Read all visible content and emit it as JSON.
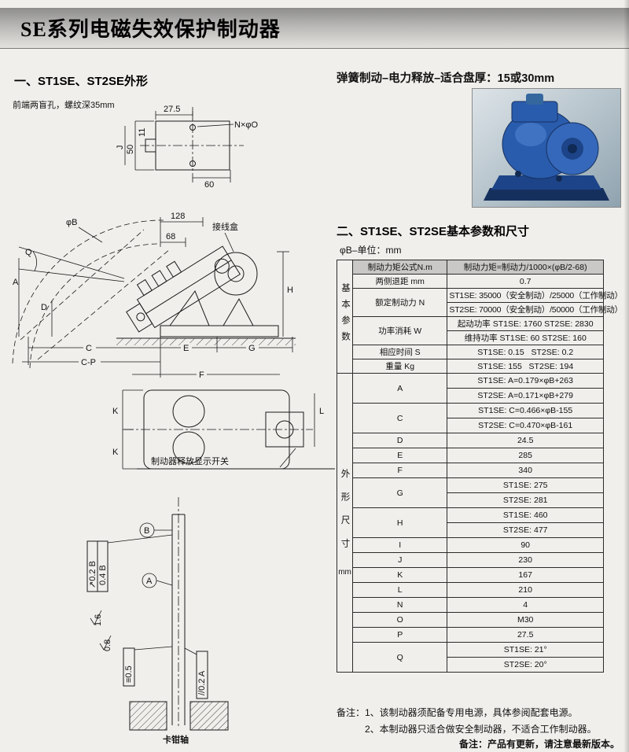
{
  "page": {
    "title": "SE系列电磁失效保护制动器"
  },
  "left": {
    "section_title": "一、ST1SE、ST2SE外形",
    "drawing1": {
      "note": "前端两盲孔，螺纹深35mm",
      "dim_27_5": "27.5",
      "holes_label": "N×φO",
      "dim_60": "60",
      "dim_50": "50",
      "dim_11": "11",
      "dim_J": "J"
    },
    "drawing2": {
      "phi_b": "φB",
      "dim_128": "128",
      "dim_68": "68",
      "junction_box": "接线盒",
      "dim_A": "A",
      "dim_Q": "Q",
      "dim_D": "D",
      "dim_H": "H",
      "dim_C": "C",
      "dim_E": "E",
      "dim_G": "G",
      "dim_CP": "C-P",
      "dim_F": "F"
    },
    "drawing3": {
      "dim_K1": "K",
      "dim_K2": "K",
      "dim_L": "L",
      "switch_label": "制动器释放显示开关"
    },
    "drawing4": {
      "datum_B": "B",
      "datum_A": "A",
      "tol_runout": "↗0.2 B",
      "tol_runout2": "0.4 B",
      "rough_1_6": "1.6",
      "rough_0_8": "0.8",
      "tol_sym": "≡0.5",
      "tol_parallel": "//0.2 A",
      "shaft_label": "卡钳轴"
    }
  },
  "right": {
    "tagline": "弹簧制动–电力释放–适合盘厚：15或30mm",
    "section_title": "二、ST1SE、ST2SE基本参数和尺寸",
    "unit_note": "φB–单位：mm",
    "table": {
      "group1_label": "基本参数",
      "group2_label": "外形尺寸",
      "group2_unit": "mm",
      "torque_label": "制动力矩公式N.m",
      "torque_value": "制动力矩=制动力/1000×(φB/2-68)",
      "gap_label": "两侧退距 mm",
      "gap_value": "0.7",
      "force_label": "额定制动力 N",
      "force_v1": "ST1SE: 35000（安全制动）/25000（工作制动）",
      "force_v2": "ST2SE: 70000（安全制动）/50000（工作制动）",
      "power_label": "功率消耗 W",
      "power_v1": "起动功率 ST1SE: 1760 ST2SE: 2830",
      "power_v2": "维持功率 ST1SE: 60 ST2SE: 160",
      "time_label": "相应时间 S",
      "time_value": "ST1SE: 0.15   ST2SE: 0.2",
      "weight_label": "重量 Kg",
      "weight_value": "ST1SE: 155   ST2SE: 194",
      "dims": [
        {
          "label": "A",
          "values": [
            "ST1SE: A=0.179×φB+263",
            "ST2SE: A=0.171×φB+279"
          ]
        },
        {
          "label": "C",
          "values": [
            "ST1SE: C=0.466×φB-155",
            "ST2SE: C=0.470×φB-161"
          ]
        },
        {
          "label": "D",
          "values": [
            "24.5"
          ]
        },
        {
          "label": "E",
          "values": [
            "285"
          ]
        },
        {
          "label": "F",
          "values": [
            "340"
          ]
        },
        {
          "label": "G",
          "values": [
            "ST1SE: 275",
            "ST2SE: 281"
          ]
        },
        {
          "label": "H",
          "values": [
            "ST1SE: 460",
            "ST2SE: 477"
          ]
        },
        {
          "label": "I",
          "values": [
            "90"
          ]
        },
        {
          "label": "J",
          "values": [
            "230"
          ]
        },
        {
          "label": "K",
          "values": [
            "167"
          ]
        },
        {
          "label": "L",
          "values": [
            "210"
          ]
        },
        {
          "label": "N",
          "values": [
            "4"
          ]
        },
        {
          "label": "O",
          "values": [
            "M30"
          ]
        },
        {
          "label": "P",
          "values": [
            "27.5"
          ]
        },
        {
          "label": "Q",
          "values": [
            "ST1SE: 21°",
            "ST2SE: 20°"
          ]
        }
      ]
    },
    "notes": {
      "note1": "备注：1、该制动器须配备专用电源，具体参阅配套电源。",
      "note2": "2、本制动器只适合做安全制动器，不适合工作制动器。",
      "bottom": "备注：产品有更新，请注意最新版本。"
    }
  },
  "colors": {
    "machine_blue": "#2a5cad",
    "machine_dark_blue": "#16305e",
    "table_header_bg": "#c9c8c6",
    "page_bg": "#f1efec"
  }
}
